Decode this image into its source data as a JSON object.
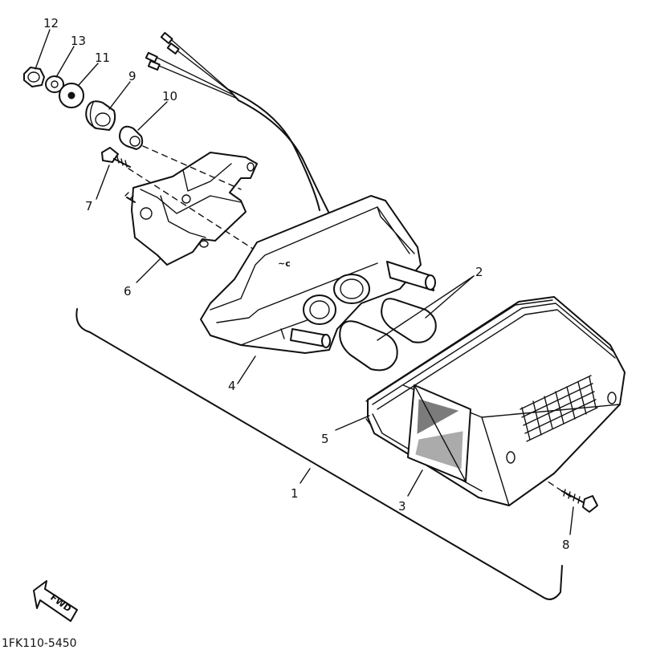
{
  "diagram": {
    "code": "1FK110-5450",
    "direction_mark": "FWD",
    "callouts": [
      "1",
      "2",
      "3",
      "4",
      "5",
      "6",
      "7",
      "8",
      "9",
      "10",
      "11",
      "12",
      "13"
    ]
  }
}
